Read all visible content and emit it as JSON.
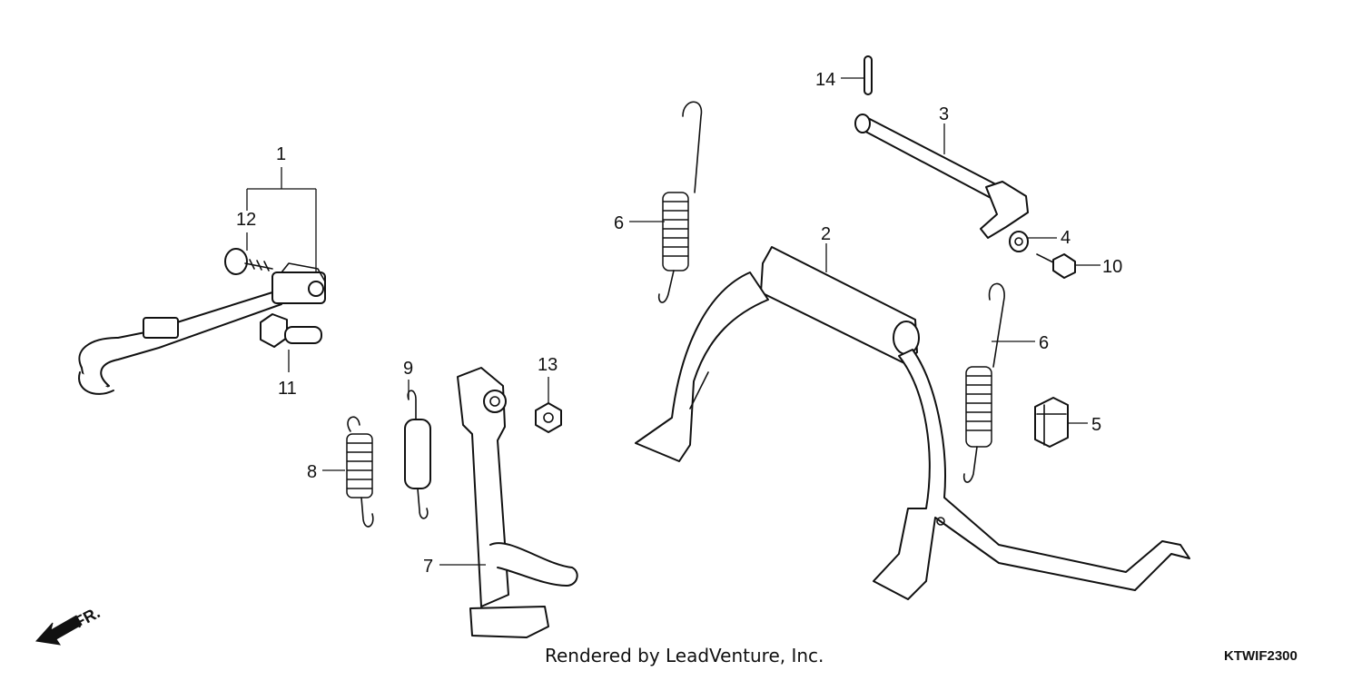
{
  "callouts": [
    {
      "id": "1",
      "text": "1"
    },
    {
      "id": "2",
      "text": "2"
    },
    {
      "id": "3",
      "text": "3"
    },
    {
      "id": "4",
      "text": "4"
    },
    {
      "id": "5",
      "text": "5"
    },
    {
      "id": "6a",
      "text": "6"
    },
    {
      "id": "6b",
      "text": "6"
    },
    {
      "id": "7",
      "text": "7"
    },
    {
      "id": "8",
      "text": "8"
    },
    {
      "id": "9",
      "text": "9"
    },
    {
      "id": "10",
      "text": "10"
    },
    {
      "id": "11",
      "text": "11"
    },
    {
      "id": "12",
      "text": "12"
    },
    {
      "id": "13",
      "text": "13"
    },
    {
      "id": "14",
      "text": "14"
    }
  ],
  "direction_label": "FR.",
  "footer": {
    "credit": "Rendered by LeadVenture, Inc.",
    "diagram_code": "KTWIF2300"
  }
}
